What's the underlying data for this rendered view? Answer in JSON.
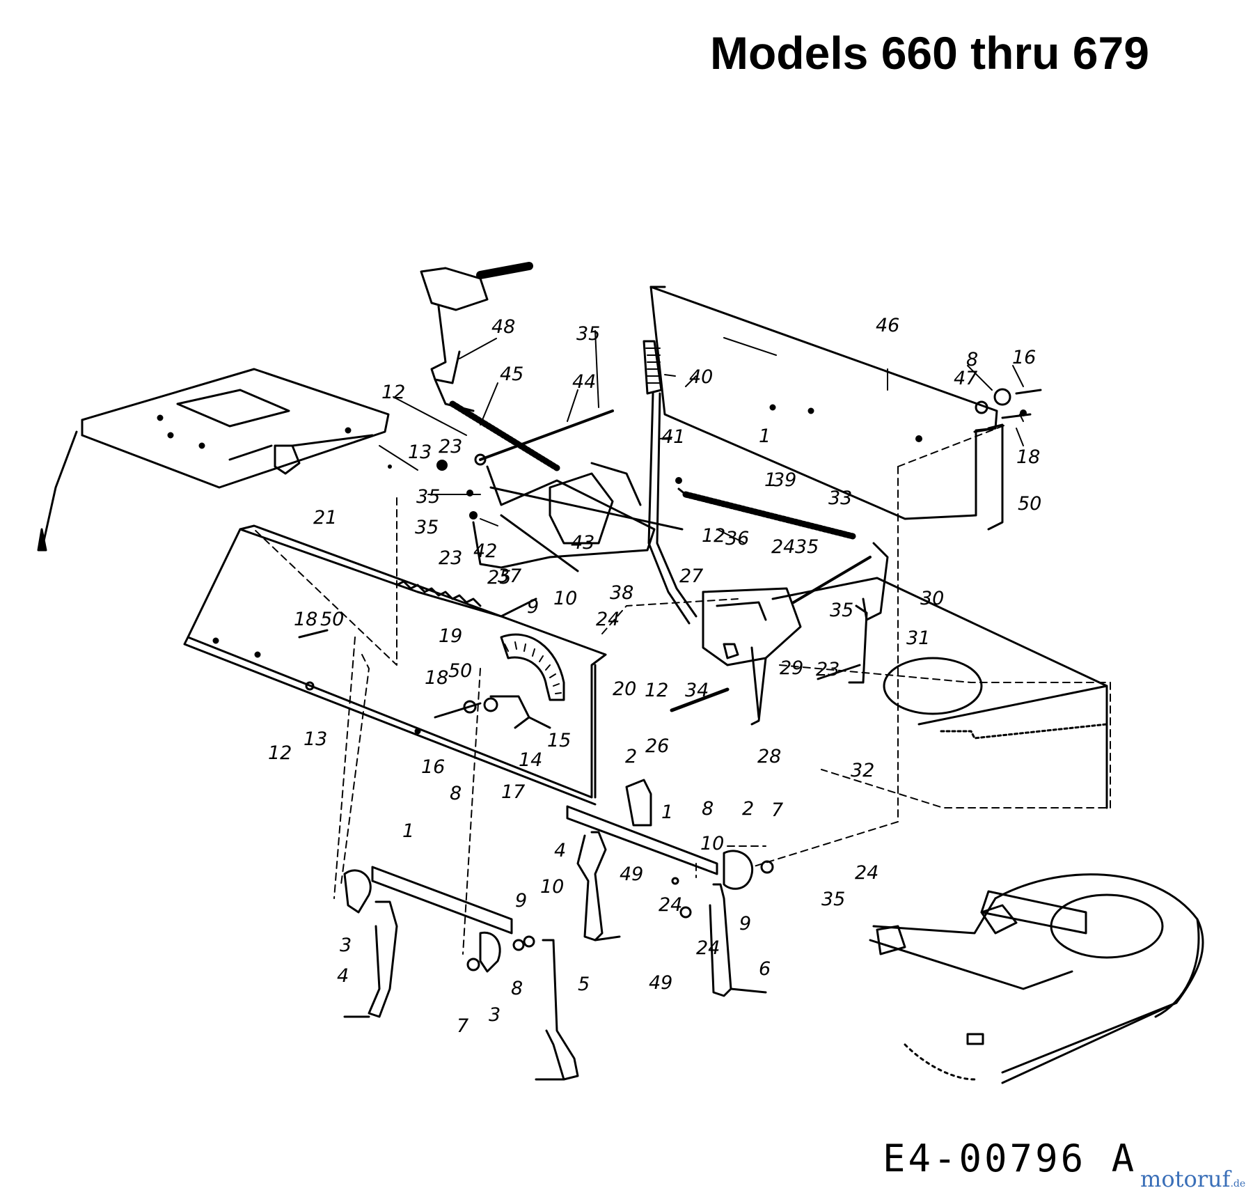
{
  "title": "Models 660 thru 679",
  "drawing_code": "E4-00796 A",
  "watermark": {
    "name": "motoruf",
    "suffix": ".de"
  },
  "callouts": [
    {
      "label": "48"
    },
    {
      "label": "45"
    },
    {
      "label": "12"
    },
    {
      "label": "35"
    },
    {
      "label": "44"
    },
    {
      "label": "40"
    },
    {
      "label": "41"
    },
    {
      "label": "46"
    },
    {
      "label": "8"
    },
    {
      "label": "16"
    },
    {
      "label": "47"
    },
    {
      "label": "18"
    },
    {
      "label": "50"
    },
    {
      "label": "1"
    },
    {
      "label": "12"
    },
    {
      "label": "13"
    },
    {
      "label": "23"
    },
    {
      "label": "35"
    },
    {
      "label": "35"
    },
    {
      "label": "23"
    },
    {
      "label": "42"
    },
    {
      "label": "37"
    },
    {
      "label": "43"
    },
    {
      "label": "38"
    },
    {
      "label": "39"
    },
    {
      "label": "33"
    },
    {
      "label": "1"
    },
    {
      "label": "21"
    },
    {
      "label": "25"
    },
    {
      "label": "9"
    },
    {
      "label": "10"
    },
    {
      "label": "36"
    },
    {
      "label": "24"
    },
    {
      "label": "35"
    },
    {
      "label": "27"
    },
    {
      "label": "30"
    },
    {
      "label": "35"
    },
    {
      "label": "31"
    },
    {
      "label": "18"
    },
    {
      "label": "50"
    },
    {
      "label": "19"
    },
    {
      "label": "24"
    },
    {
      "label": "29"
    },
    {
      "label": "23"
    },
    {
      "label": "12"
    },
    {
      "label": "34"
    },
    {
      "label": "18"
    },
    {
      "label": "50"
    },
    {
      "label": "20"
    },
    {
      "label": "15"
    },
    {
      "label": "14"
    },
    {
      "label": "16"
    },
    {
      "label": "8"
    },
    {
      "label": "17"
    },
    {
      "label": "12"
    },
    {
      "label": "13"
    },
    {
      "label": "26"
    },
    {
      "label": "28"
    },
    {
      "label": "32"
    },
    {
      "label": "2"
    },
    {
      "label": "1"
    },
    {
      "label": "8"
    },
    {
      "label": "2"
    },
    {
      "label": "7"
    },
    {
      "label": "10"
    },
    {
      "label": "4"
    },
    {
      "label": "49"
    },
    {
      "label": "24"
    },
    {
      "label": "9"
    },
    {
      "label": "24"
    },
    {
      "label": "49"
    },
    {
      "label": "6"
    },
    {
      "label": "1"
    },
    {
      "label": "9"
    },
    {
      "label": "10"
    },
    {
      "label": "3"
    },
    {
      "label": "4"
    },
    {
      "label": "8"
    },
    {
      "label": "5"
    },
    {
      "label": "7"
    },
    {
      "label": "3"
    },
    {
      "label": "35"
    },
    {
      "label": "24"
    }
  ]
}
